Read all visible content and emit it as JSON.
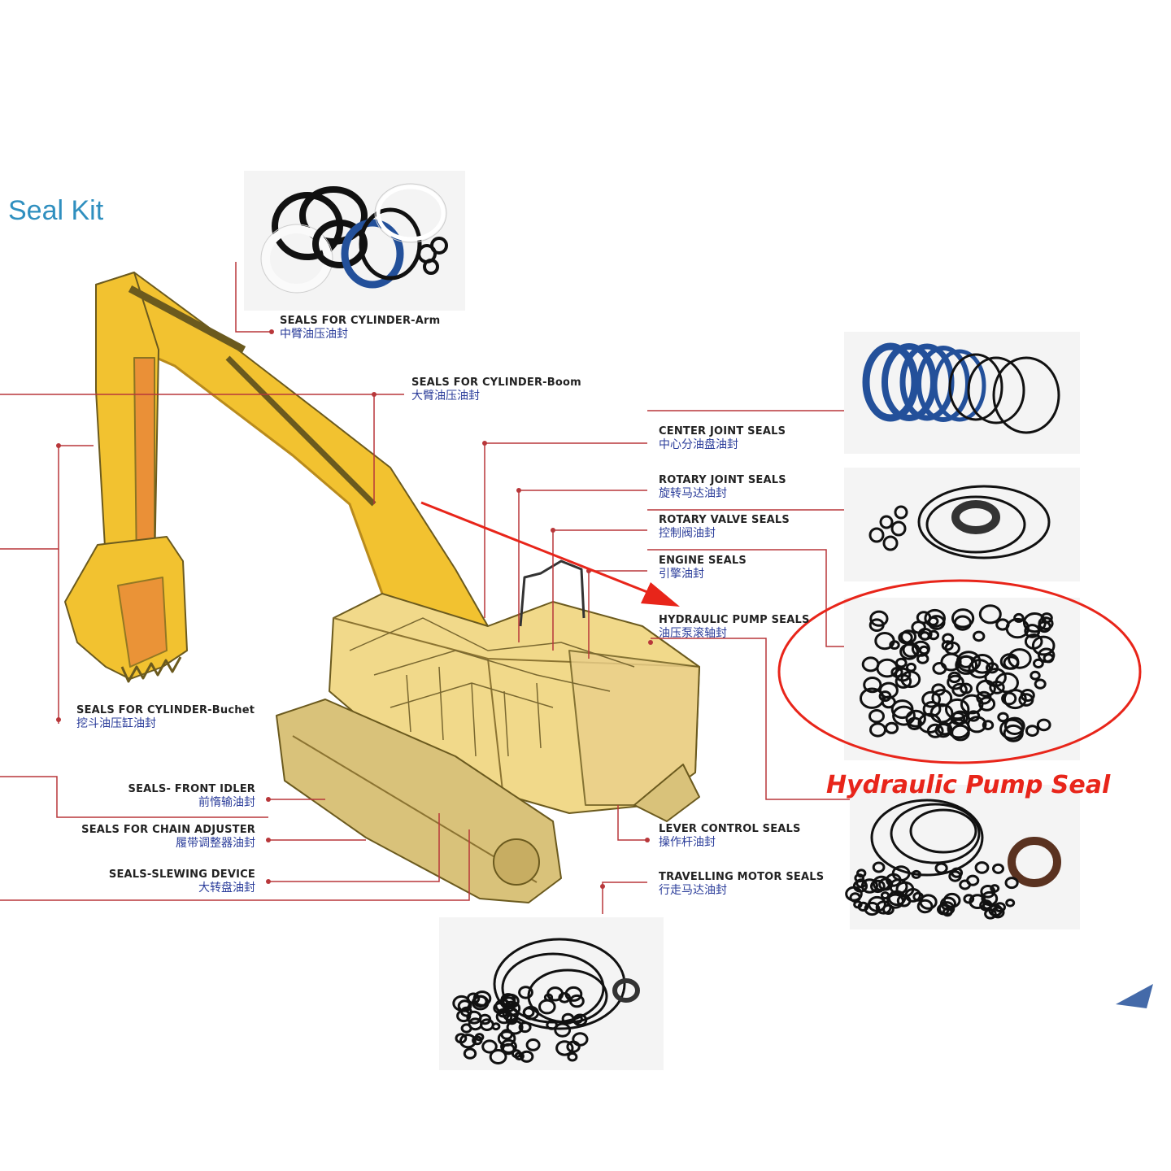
{
  "title": "Seal Kit",
  "highlight_label": "Hydraulic Pump Seal",
  "labels": {
    "arm": {
      "en": "SEALS FOR CYLINDER-Arm",
      "cn": "中臂油压油封"
    },
    "boom": {
      "en": "SEALS FOR CYLINDER-Boom",
      "cn": "大臂油压油封"
    },
    "center": {
      "en": "CENTER JOINT SEALS",
      "cn": "中心分油盘油封"
    },
    "rotary_joint": {
      "en": "ROTARY JOINT SEALS",
      "cn": "旋转马达油封"
    },
    "rotary_valve": {
      "en": "ROTARY VALVE SEALS",
      "cn": "控制阀油封"
    },
    "engine": {
      "en": "ENGINE SEALS",
      "cn": "引擎油封"
    },
    "pump": {
      "en": "HYDRAULIC PUMP SEALS",
      "cn": "油压泵滚轴封"
    },
    "bucket": {
      "en": "SEALS FOR CYLINDER-Buchet",
      "cn": "挖斗油压缸油封"
    },
    "idler": {
      "en": "SEALS- FRONT IDLER",
      "cn": "前惰输油封"
    },
    "chain": {
      "en": "SEALS FOR CHAIN ADJUSTER",
      "cn": "履带调整器油封"
    },
    "slewing": {
      "en": "SEALS-SLEWING DEVICE",
      "cn": "大转盘油封"
    },
    "lever": {
      "en": "LEVER CONTROL SEALS",
      "cn": "操作杆油封"
    },
    "travel": {
      "en": "TRAVELLING MOTOR SEALS",
      "cn": "行走马达油封"
    }
  },
  "colors": {
    "leader_line": "#b8373a",
    "callout_red": "#e8251a",
    "machine_yellow": "#f2c230",
    "machine_outline": "#6b5a1e",
    "seal_blue": "#23509a",
    "seal_black": "#111111",
    "title_blue": "#2f8fbf"
  }
}
